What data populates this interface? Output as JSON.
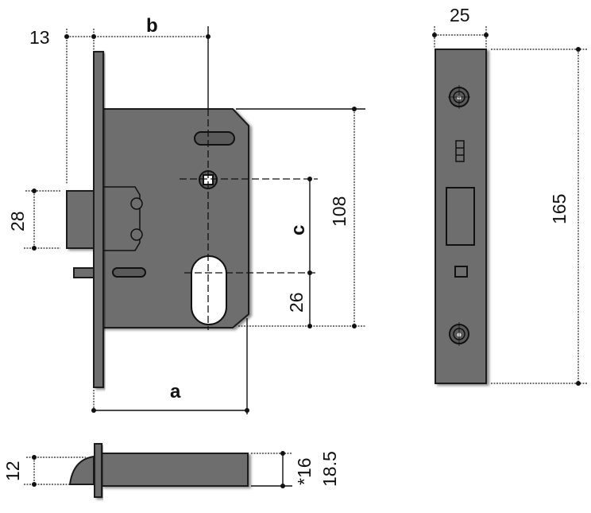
{
  "title": "Mortise lock dimension drawing",
  "dimensions": {
    "backset_offset": "13",
    "b": "b",
    "latch_height": "28",
    "c": "c",
    "body_height": "108",
    "cylinder_offset": "26",
    "a": "a",
    "faceplate_width": "25",
    "faceplate_height": "165",
    "latch_depth": "12",
    "body_thickness_alt": "*16",
    "body_thickness": "18.5"
  },
  "colors": {
    "metal": "#6e6e6e",
    "outline": "#1a1a1a"
  }
}
